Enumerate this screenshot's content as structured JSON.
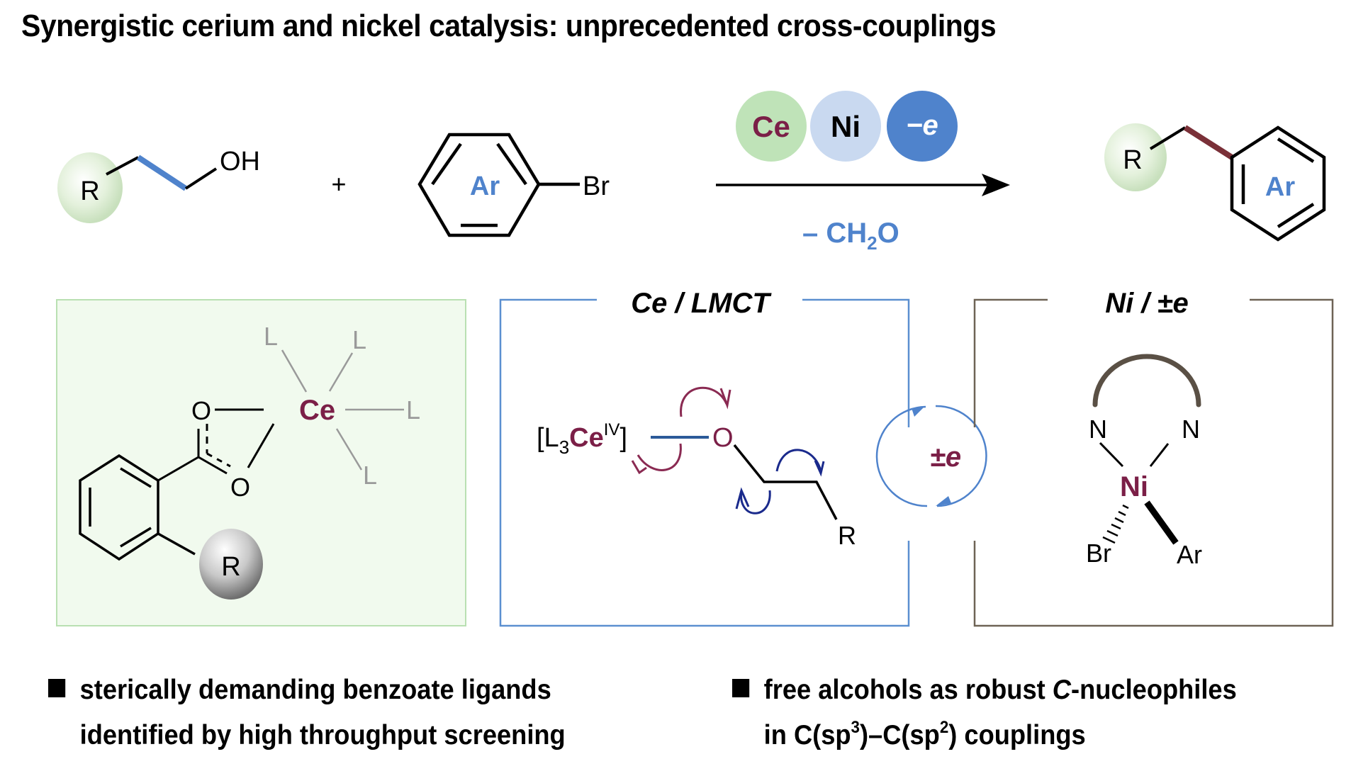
{
  "title": "Synergistic cerium and nickel catalysis: unprecedented cross-couplings",
  "reaction": {
    "alcohol": {
      "r_label": "R",
      "oh_label": "OH"
    },
    "plus": "+",
    "aryl_bromide": {
      "ring_label": "Ar",
      "br_label": "Br"
    },
    "catalysts": [
      {
        "label": "Ce",
        "fill": "#bfe3b8",
        "text_color": "#7b1f47"
      },
      {
        "label": "Ni",
        "fill": "#c9d9f0",
        "text_color": "#000000"
      },
      {
        "label": "−e",
        "fill": "#4f83cc",
        "text_color": "#ffffff"
      }
    ],
    "byproduct": {
      "prefix": "– CH",
      "sub": "2",
      "suffix": "O"
    },
    "product": {
      "r_label": "R",
      "ring_label": "Ar"
    }
  },
  "panels": {
    "ligand": {
      "metal": "Ce",
      "ligand_labels": [
        "L",
        "L",
        "L",
        "L"
      ],
      "oxygen_labels": [
        "O",
        "O"
      ],
      "r_label": "R",
      "border_color": "#b9e0b2",
      "fill_color": "#f1faee"
    },
    "lmct": {
      "heading": "Ce / LMCT",
      "complex_prefix": "[L",
      "complex_sub": "3",
      "complex_metal": "Ce",
      "complex_sup": "IV",
      "complex_suffix": "]",
      "oxygen_label": "O",
      "r_label": "R",
      "border_color": "#5b8fd0"
    },
    "cycle": {
      "label": "±e"
    },
    "nickel": {
      "heading": "Ni / ±e",
      "metal": "Ni",
      "n_labels": [
        "N",
        "N"
      ],
      "br_label": "Br",
      "ar_label": "Ar",
      "border_color": "#6e6355"
    }
  },
  "bullets": [
    {
      "line1": "sterically demanding benzoate ligands",
      "line2": "identified by high throughput screening"
    },
    {
      "line1_pre": "free alcohols as robust ",
      "line1_italic": "C",
      "line1_post": "-nucleophiles",
      "line2_a": "in C(sp",
      "line2_sup1": "3",
      "line2_b": ")–C(sp",
      "line2_sup2": "2",
      "line2_c": ") couplings"
    }
  ],
  "colors": {
    "ce_red": "#7b1f47",
    "blue": "#4f83cc",
    "product_bond": "#7a3038",
    "nickel_ligand": "#5a5045",
    "arrow_navy": "#1a2a8c"
  }
}
